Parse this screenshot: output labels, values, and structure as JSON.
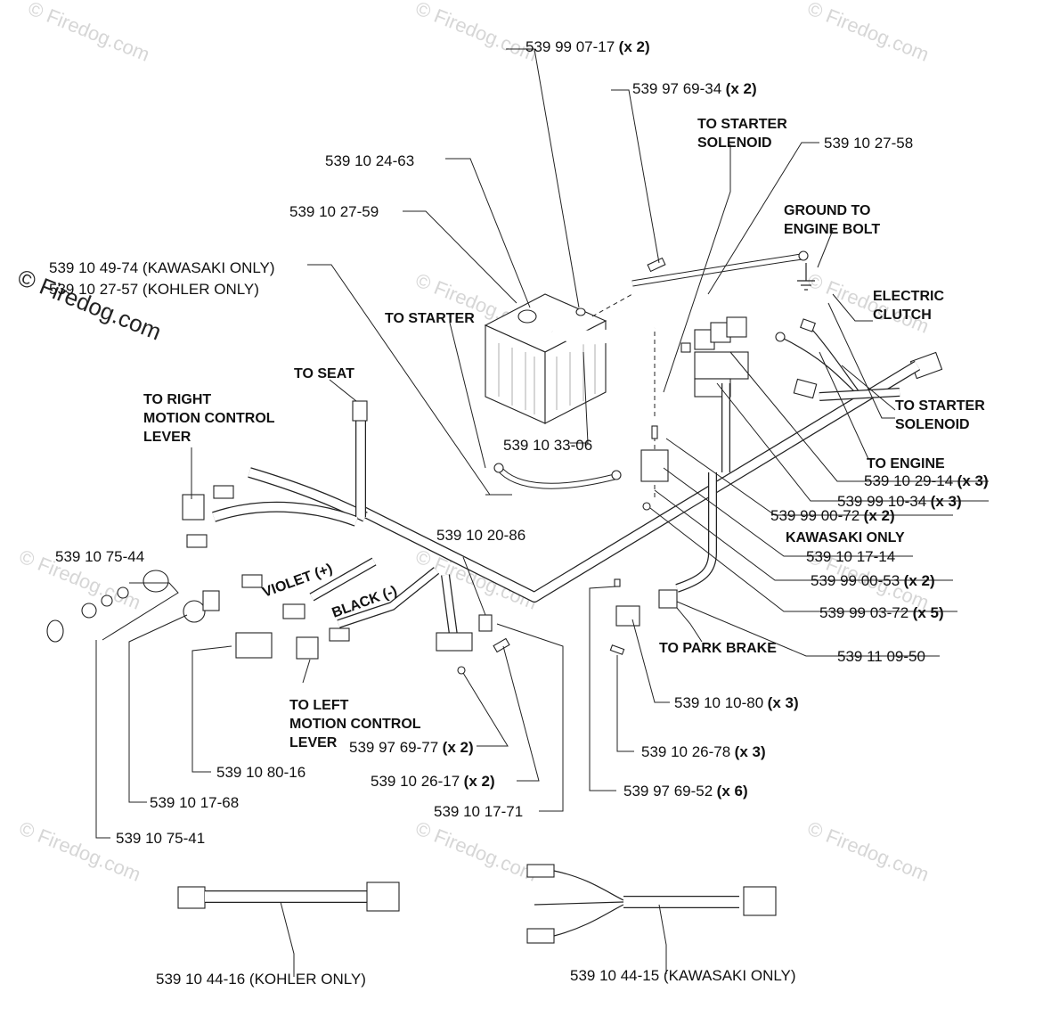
{
  "watermark": {
    "text": "© Firedog.com"
  },
  "parts": [
    {
      "id": "p1",
      "number": "539 99 07-17",
      "qty": "(x 2)"
    },
    {
      "id": "p2",
      "number": "539 97 69-34",
      "qty": "(x 2)"
    },
    {
      "id": "p3",
      "number": "539 10 27-58",
      "qty": ""
    },
    {
      "id": "p4",
      "number": "539 10 24-63",
      "qty": ""
    },
    {
      "id": "p5",
      "number": "539 10 27-59",
      "qty": ""
    },
    {
      "id": "p6",
      "number": "539 10 49-74 (KAWASAKI ONLY)",
      "qty": ""
    },
    {
      "id": "p7",
      "number": "539 10 27-57 (KOHLER ONLY)",
      "qty": ""
    },
    {
      "id": "p8",
      "number": "539 10 33-06",
      "qty": ""
    },
    {
      "id": "p9",
      "number": "539 10 29-14",
      "qty": "(x 3)"
    },
    {
      "id": "p10",
      "number": "539 99 10-34",
      "qty": "(x 3)"
    },
    {
      "id": "p11",
      "number": "539 99 00-72",
      "qty": "(x 2)"
    },
    {
      "id": "p12",
      "number": "539 10 17-14",
      "qty": ""
    },
    {
      "id": "p13",
      "number": "539 99 00-53",
      "qty": "(x 2)"
    },
    {
      "id": "p14",
      "number": "539 99 03-72",
      "qty": "(x 5)"
    },
    {
      "id": "p15",
      "number": "539 11 09-50",
      "qty": ""
    },
    {
      "id": "p16",
      "number": "539 10 75-44",
      "qty": ""
    },
    {
      "id": "p17",
      "number": "539 10 20-86",
      "qty": ""
    },
    {
      "id": "p18",
      "number": "539 10 10-80",
      "qty": "(x 3)"
    },
    {
      "id": "p19",
      "number": "539 10 26-78",
      "qty": "(x 3)"
    },
    {
      "id": "p20",
      "number": "539 97 69-52",
      "qty": "(x 6)"
    },
    {
      "id": "p21",
      "number": "539 97 69-77",
      "qty": "(x 2)"
    },
    {
      "id": "p22",
      "number": "539 10 26-17",
      "qty": "(x 2)"
    },
    {
      "id": "p23",
      "number": "539 10 17-71",
      "qty": ""
    },
    {
      "id": "p24",
      "number": "539 10 80-16",
      "qty": ""
    },
    {
      "id": "p25",
      "number": "539 10 17-68",
      "qty": ""
    },
    {
      "id": "p26",
      "number": "539 10 75-41",
      "qty": ""
    },
    {
      "id": "p27",
      "number": "539 10 44-16 (KOHLER ONLY)",
      "qty": ""
    },
    {
      "id": "p28",
      "number": "539 10 44-15 (KAWASAKI ONLY)",
      "qty": ""
    }
  ],
  "notes": {
    "to_starter_solenoid_top": [
      "TO STARTER",
      "SOLENOID"
    ],
    "ground_to_engine_bolt": [
      "GROUND TO",
      "ENGINE BOLT"
    ],
    "electric_clutch": [
      "ELECTRIC",
      "CLUTCH"
    ],
    "to_starter": "TO STARTER",
    "to_starter_solenoid_right": [
      "TO STARTER",
      "SOLENOID"
    ],
    "to_seat": "TO SEAT",
    "to_right_motion_control": [
      "TO RIGHT",
      "MOTION CONTROL",
      "LEVER"
    ],
    "to_engine": "TO ENGINE",
    "kawasaki_only": "KAWASAKI ONLY",
    "violet": "VIOLET (+)",
    "black": "BLACK (-)",
    "to_park_brake": "TO PARK BRAKE",
    "to_left_motion_control": [
      "TO LEFT",
      "MOTION CONTROL",
      "LEVER"
    ]
  }
}
